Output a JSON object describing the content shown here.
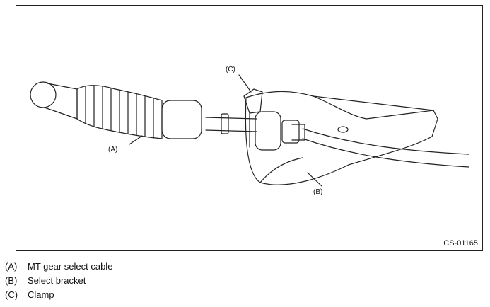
{
  "diagram": {
    "callouts": {
      "a": "(A)",
      "b": "(B)",
      "c": "(C)"
    },
    "figure_code": "CS-01165"
  },
  "legend": [
    {
      "key": "(A)",
      "text": "MT gear select cable"
    },
    {
      "key": "(B)",
      "text": "Select bracket"
    },
    {
      "key": "(C)",
      "text": "Clamp"
    }
  ]
}
